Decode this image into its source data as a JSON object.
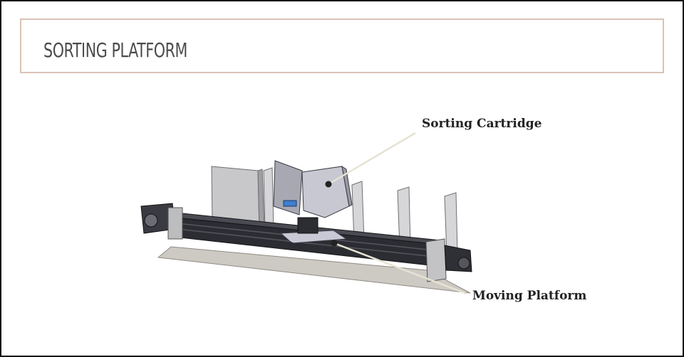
{
  "slide": {
    "title": "SORTING PLATFORM"
  },
  "callouts": {
    "sorting_cartridge": "Sorting Cartridge",
    "moving_platform": "Moving Platform"
  },
  "colors": {
    "title_border": "#d8c3b6",
    "title_text": "#4b4b4b",
    "frame_border": "#111111",
    "leader_line": "#e6e3d3",
    "rail": "#2c2d33",
    "panel": "#c9c9cc"
  }
}
